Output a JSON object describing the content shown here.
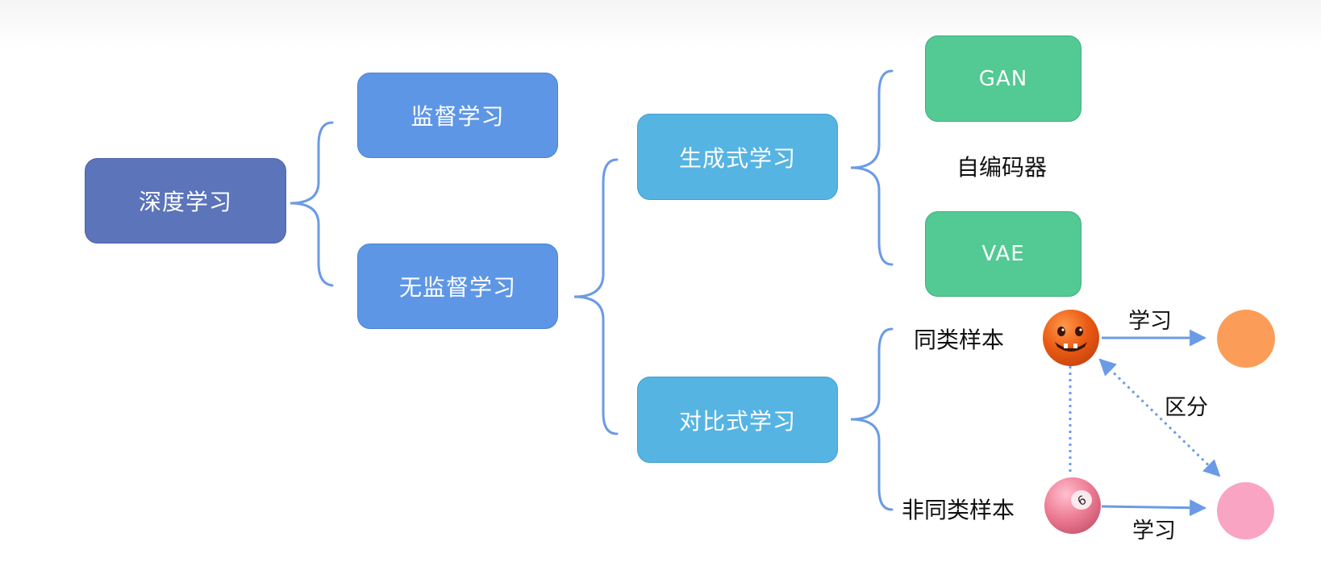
{
  "diagram": {
    "root": {
      "label": "深度学习"
    },
    "supervised": {
      "label": "监督学习"
    },
    "unsupervised": {
      "label": "无监督学习"
    },
    "generative": {
      "label": "生成式学习"
    },
    "contrastive": {
      "label": "对比式学习"
    },
    "gan": {
      "label": "GAN"
    },
    "autoencoder": {
      "label": "自编码器"
    },
    "vae": {
      "label": "VAE"
    },
    "same_class": {
      "label": "同类样本"
    },
    "diff_class": {
      "label": "非同类样本"
    },
    "learn_top": {
      "label": "学习"
    },
    "learn_bottom": {
      "label": "学习"
    },
    "distinguish": {
      "label": "区分"
    },
    "colors": {
      "wire": "#6b9be6",
      "root": "#5b74ba",
      "level2": "#5e96e6",
      "level3": "#56b4e3",
      "level4": "#53c993",
      "orange_dot": "#fb9d59",
      "pink_dot": "#f9a4c2"
    },
    "icons": {
      "pumpkin_ball": "pumpkin-ball-icon",
      "eight_ball": "pink-billiard-ball-icon"
    }
  }
}
